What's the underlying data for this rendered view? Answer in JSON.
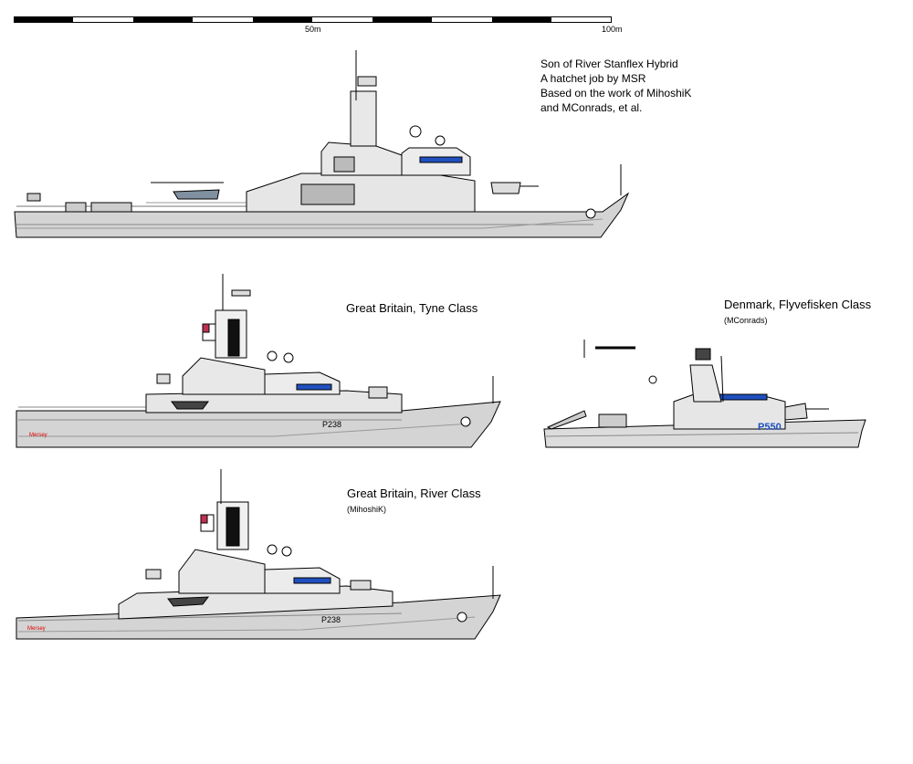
{
  "scale_bar": {
    "label_mid": "50m",
    "label_end": "100m"
  },
  "credits": {
    "lines": [
      "Son of River Stanflex Hybrid",
      "A hatchet job by MSR",
      "Based on the work of MihoshiK",
      "and MConrads, et al."
    ]
  },
  "ships": {
    "tyne": {
      "title": "Great Britain, Tyne Class",
      "pennant": "P238",
      "name_text": "Mersey"
    },
    "flyvefisken": {
      "title": "Denmark, Flyvefisken Class",
      "credit": "(MConrads)",
      "pennant": "P550"
    },
    "river": {
      "title": "Great Britain,  River Class",
      "credit": "(MihoshiK)",
      "pennant": "P238",
      "name_text": "Mersey"
    }
  },
  "colors": {
    "hull": "#d8d8d8",
    "superstructure": "#e4e4e4",
    "outline": "#000000",
    "window": "#2050c0",
    "name_red": "#e00000"
  }
}
